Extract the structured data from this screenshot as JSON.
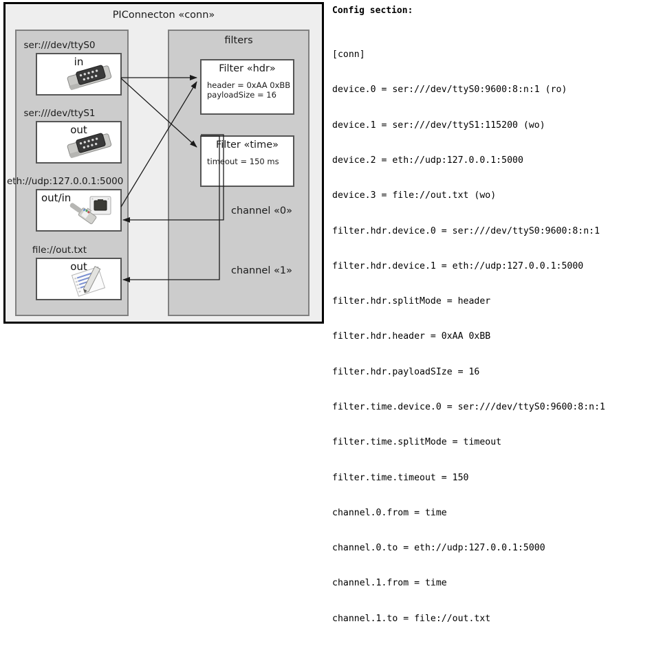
{
  "diagram": {
    "title": "PIConnecton «conn»",
    "devices_panel": {
      "title": "",
      "items": [
        {
          "label": "ser:///dev/ttyS0",
          "direction": "in",
          "icon": "serial-connector-icon",
          "align": "center"
        },
        {
          "label": "ser:///dev/ttyS1",
          "direction": "out",
          "icon": "serial-connector-icon",
          "align": "center"
        },
        {
          "label": "eth://udp:127.0.0.1:5000",
          "direction": "out/in",
          "icon": "ethernet-jack-icon",
          "align": "left"
        },
        {
          "label": "file://out.txt",
          "direction": "out",
          "icon": "text-file-icon",
          "align": "center"
        }
      ]
    },
    "filters_panel": {
      "title": "filters",
      "items": [
        {
          "title": "Filter «hdr»",
          "props": [
            "header = 0xAA 0xBB",
            "payloadSize = 16"
          ]
        },
        {
          "title": "Filter «time»",
          "props": [
            "timeout = 150 ms"
          ]
        }
      ]
    },
    "channels": [
      {
        "label": "channel «0»"
      },
      {
        "label": "channel «1»"
      }
    ]
  },
  "config": {
    "heading": "Config section:",
    "lines": [
      "[conn]",
      "device.0 = ser:///dev/ttyS0:9600:8:n:1 (ro)",
      "device.1 = ser:///dev/ttyS1:115200 (wo)",
      "device.2 = eth://udp:127.0.0.1:5000",
      "device.3 = file://out.txt (wo)",
      "filter.hdr.device.0 = ser:///dev/ttyS0:9600:8:n:1",
      "filter.hdr.device.1 = eth://udp:127.0.0.1:5000",
      "filter.hdr.splitMode = header",
      "filter.hdr.header = 0xAA 0xBB",
      "filter.hdr.payloadSIze = 16",
      "filter.time.device.0 = ser:///dev/ttyS0:9600:8:n:1",
      "filter.time.splitMode = timeout",
      "filter.time.timeout = 150",
      "channel.0.from = time",
      "channel.0.to = eth://udp:127.0.0.1:5000",
      "channel.1.from = time",
      "channel.1.to = file://out.txt"
    ]
  },
  "colors": {
    "page_background": "#ffffff",
    "diagram_background": "#eeeeee",
    "panel_background": "#cccccc",
    "panel_border": "#808080",
    "card_background": "#ffffff",
    "card_border": "#555555",
    "outline": "#000000",
    "edge": "#1a1a1a"
  }
}
